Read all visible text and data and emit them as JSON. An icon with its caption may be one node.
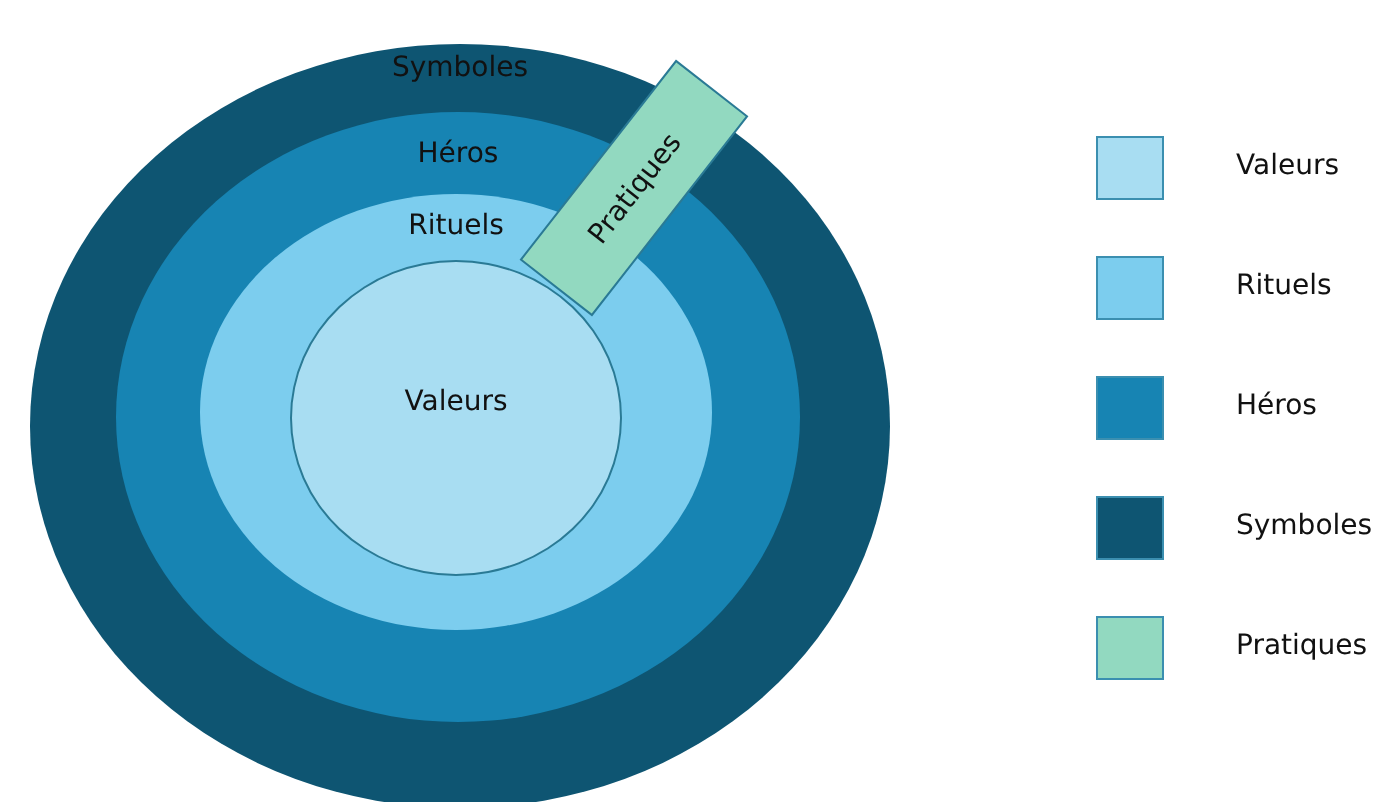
{
  "diagram": {
    "nodes": [
      {
        "text": [
          "Symboles"
        ]
      },
      {
        "text": [
          "Héros"
        ],
        "in": 0
      },
      {
        "text": [
          "Rituels"
        ],
        "in": 1
      },
      {
        "text": [
          "Valeurs"
        ],
        "in": 2
      },
      {
        "text": [
          "Pratiques"
        ],
        "in": 0
      }
    ],
    "edges": [],
    "legend": [
      {
        "text": "Valeurs",
        "color": "#a8ddf2"
      },
      {
        "text": "Rituels",
        "color": "#7ccdee"
      },
      {
        "text": "Héros",
        "color": "#1784b3"
      },
      {
        "text": "Symboles",
        "color": "#0e5572"
      },
      {
        "text": "Pratiques",
        "color": "#92d9c0"
      }
    ]
  }
}
